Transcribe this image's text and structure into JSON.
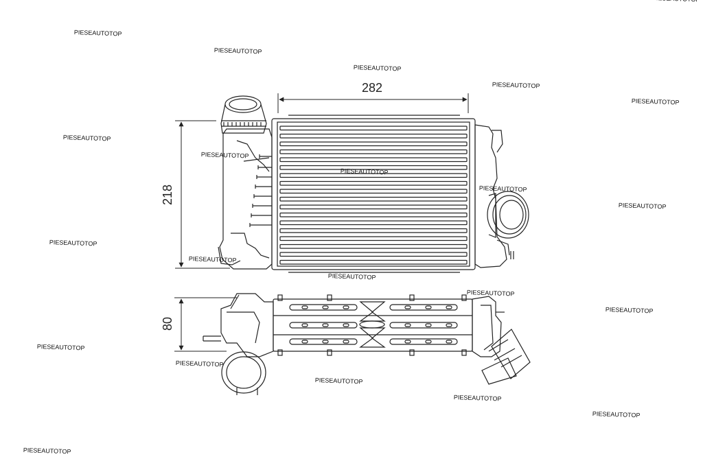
{
  "dimensions": {
    "width": "282",
    "height": "218",
    "depth": "80"
  },
  "watermark": {
    "text": "PIESEAUTOTOP"
  },
  "colors": {
    "line": "#222222",
    "background": "#ffffff"
  }
}
